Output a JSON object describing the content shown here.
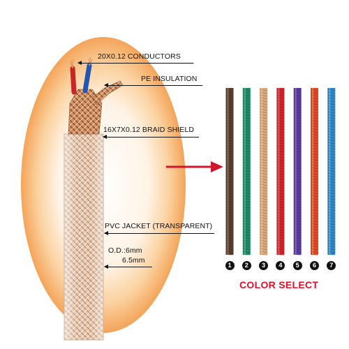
{
  "callouts": {
    "conductors": "20X0.12 CONDUCTORS",
    "insulation": "PE INSULATION",
    "braid": "16X7X0.12 BRAID SHIELD",
    "jacket": "PVC JACKET (TRANSPARENT)",
    "od_line1": "O.D.:6mm",
    "od_line2": "6.5mm"
  },
  "color_select": {
    "title": "COLOR SELECT",
    "options": [
      {
        "number": "1",
        "color": "#5a3d2b"
      },
      {
        "number": "2",
        "color": "#1e8a63"
      },
      {
        "number": "3",
        "color": "#d9a77a"
      },
      {
        "number": "4",
        "color": "#d0252a"
      },
      {
        "number": "5",
        "color": "#5b3aa0"
      },
      {
        "number": "6",
        "color": "#e1491f"
      },
      {
        "number": "7",
        "color": "#2f86c4"
      }
    ]
  },
  "colors": {
    "arrow": "#d0182c",
    "title": "#e0102a",
    "copper": "#c9834e",
    "glow": "#f7b36b"
  }
}
